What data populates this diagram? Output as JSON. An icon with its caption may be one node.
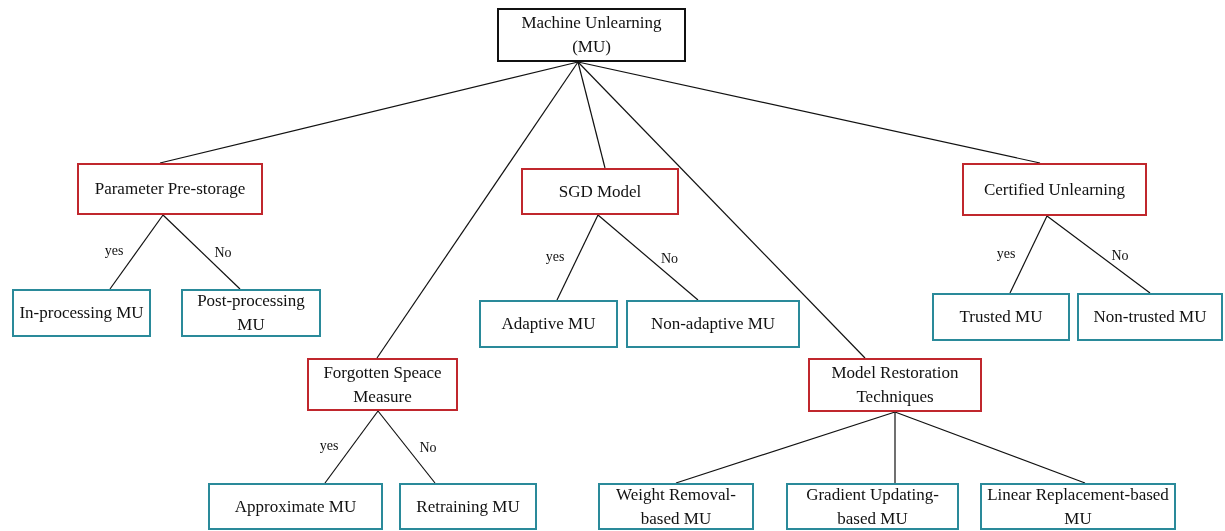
{
  "diagram": {
    "nodes": [
      {
        "text": [
          "Machine Unlearning (MU)"
        ]
      },
      {
        "text": [
          "Parameter Pre-storage"
        ]
      },
      {
        "text": [
          "SGD Model"
        ]
      },
      {
        "text": [
          "Certified Unlearning"
        ]
      },
      {
        "text": [
          "In-processing MU"
        ]
      },
      {
        "text": [
          "Post-processing MU"
        ]
      },
      {
        "text": [
          "Adaptive MU"
        ]
      },
      {
        "text": [
          "Non-adaptive MU"
        ]
      },
      {
        "text": [
          "Trusted MU"
        ]
      },
      {
        "text": [
          "Non-trusted MU"
        ]
      },
      {
        "text": [
          "Forgotten Speace Measure"
        ]
      },
      {
        "text": [
          "Model Restoration Techniques"
        ]
      },
      {
        "text": [
          "Approximate MU"
        ]
      },
      {
        "text": [
          "Retraining MU"
        ]
      },
      {
        "text": [
          "Weight Removal-based MU"
        ]
      },
      {
        "text": [
          "Gradient Updating-based MU"
        ]
      },
      {
        "text": [
          "Linear Replacement-based MU"
        ]
      }
    ],
    "edges": [
      {
        "from": 0,
        "to": 1,
        "arrow": "none"
      },
      {
        "from": 0,
        "to": 10,
        "arrow": "none"
      },
      {
        "from": 0,
        "to": 2,
        "arrow": "none"
      },
      {
        "from": 0,
        "to": 11,
        "arrow": "none"
      },
      {
        "from": 0,
        "to": 3,
        "arrow": "none"
      },
      {
        "from": 1,
        "to": 4,
        "arrow": "none",
        "label": "yes"
      },
      {
        "from": 1,
        "to": 5,
        "arrow": "none",
        "label": "No"
      },
      {
        "from": 2,
        "to": 6,
        "arrow": "none",
        "label": "yes"
      },
      {
        "from": 2,
        "to": 7,
        "arrow": "none",
        "label": "No"
      },
      {
        "from": 3,
        "to": 8,
        "arrow": "none",
        "label": "yes"
      },
      {
        "from": 3,
        "to": 9,
        "arrow": "none",
        "label": "No"
      },
      {
        "from": 10,
        "to": 12,
        "arrow": "none",
        "label": "yes"
      },
      {
        "from": 10,
        "to": 13,
        "arrow": "none",
        "label": "No"
      },
      {
        "from": 11,
        "to": 14,
        "arrow": "none"
      },
      {
        "from": 11,
        "to": 15,
        "arrow": "none"
      },
      {
        "from": 11,
        "to": 16,
        "arrow": "none"
      }
    ]
  }
}
